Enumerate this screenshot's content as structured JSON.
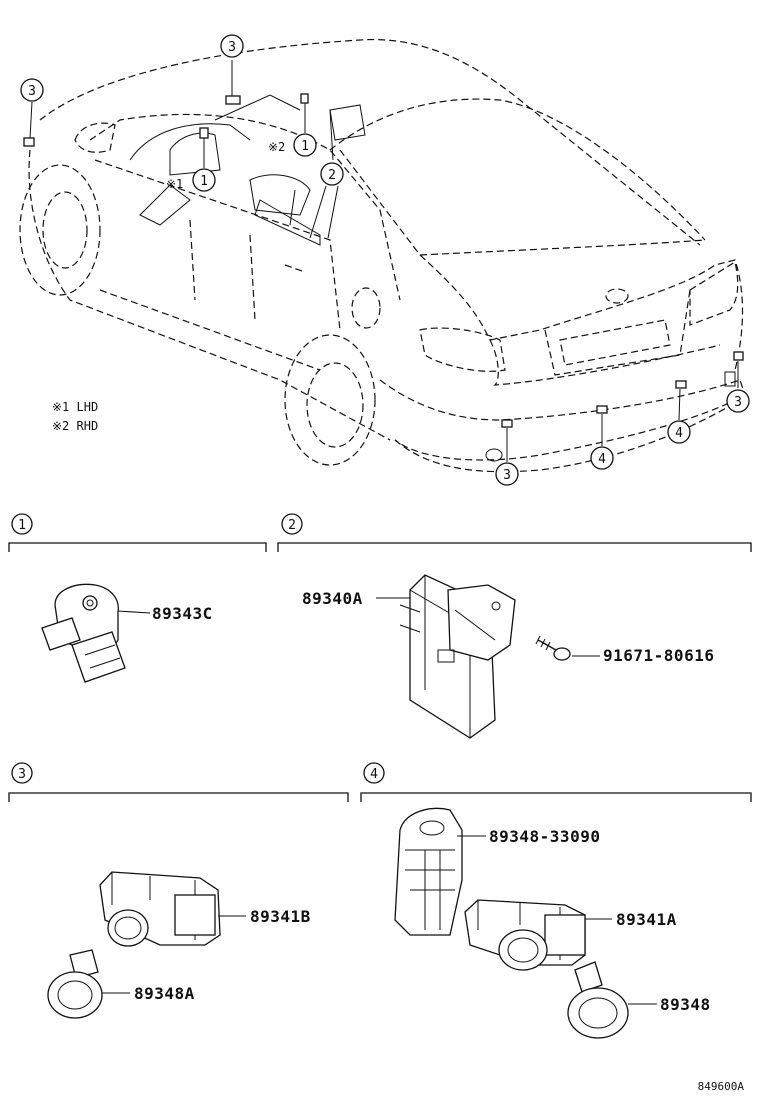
{
  "callouts": {
    "c1": "1",
    "c2": "2",
    "c3": "3",
    "c4": "4"
  },
  "notes": {
    "lhd": "※1 LHD",
    "rhd": "※2 RHD",
    "m1": "※1",
    "m2": "※2"
  },
  "parts": {
    "p89343C": "89343C",
    "p89340A": "89340A",
    "p91671": "91671-80616",
    "p89341B": "89341B",
    "p89348A": "89348A",
    "p8934833090": "89348-33090",
    "p89341A": "89341A",
    "p89348": "89348"
  },
  "diagram_code": "849600A"
}
